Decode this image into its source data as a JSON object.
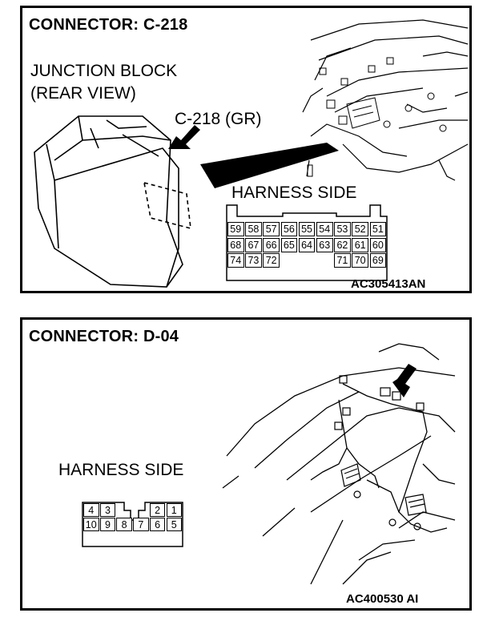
{
  "panel_c218": {
    "title": "CONNECTOR: C-218",
    "junction_label_1": "JUNCTION BLOCK",
    "junction_label_2": "(REAR VIEW)",
    "callout": "C-218 (GR)",
    "harness_label": "HARNESS SIDE",
    "code": "AC305413AN",
    "pins": [
      [
        "59",
        "58",
        "57",
        "56",
        "55",
        "54",
        "53",
        "52",
        "51"
      ],
      [
        "68",
        "67",
        "66",
        "65",
        "64",
        "63",
        "62",
        "61",
        "60"
      ],
      [
        "74",
        "73",
        "72",
        "",
        "",
        "",
        "71",
        "70",
        "69"
      ]
    ]
  },
  "panel_d04": {
    "title": "CONNECTOR: D-04",
    "harness_label": "HARNESS SIDE",
    "code": "AC400530 AI",
    "pins": [
      [
        "4",
        "3",
        "",
        "",
        "2",
        "1"
      ],
      [
        "10",
        "9",
        "8",
        "7",
        "6",
        "5"
      ]
    ]
  }
}
